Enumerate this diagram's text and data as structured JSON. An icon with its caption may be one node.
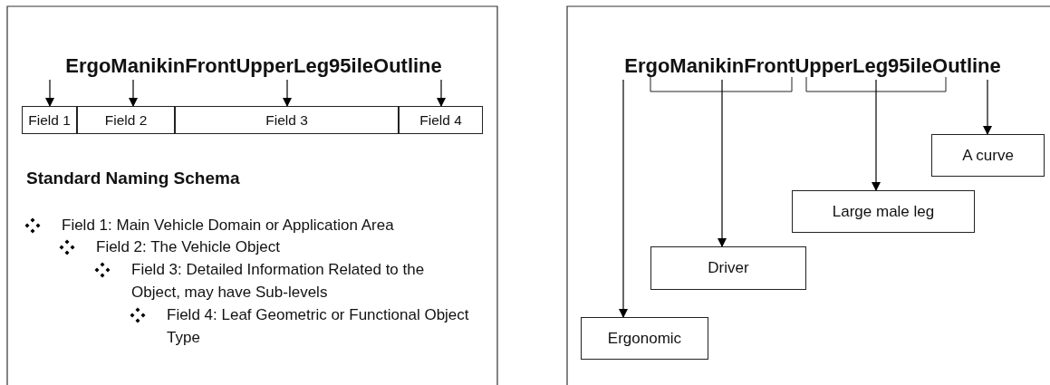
{
  "diagram": {
    "nodes": [
      {
        "text": [
          "ErgoManikinFrontUpperLeg95ileOutline"
        ]
      },
      {
        "text": [
          "Field 1"
        ]
      },
      {
        "text": [
          "Field 2"
        ]
      },
      {
        "text": [
          "Field 3"
        ]
      },
      {
        "text": [
          "Field 4"
        ]
      },
      {
        "text": [
          "ErgoManikinFrontUpperLeg95ileOutline"
        ]
      },
      {
        "text": [
          "A curve"
        ]
      },
      {
        "text": [
          "Large male leg"
        ]
      },
      {
        "text": [
          "Driver"
        ]
      },
      {
        "text": [
          "Ergonomic"
        ]
      }
    ],
    "edges": [
      {
        "from": 0,
        "to": 1,
        "arrow": "to"
      },
      {
        "from": 0,
        "to": 2,
        "arrow": "to"
      },
      {
        "from": 0,
        "to": 3,
        "arrow": "to"
      },
      {
        "from": 0,
        "to": 4,
        "arrow": "to"
      },
      {
        "from": 5,
        "to": 9,
        "arrow": "to"
      },
      {
        "from": 5,
        "to": 8,
        "arrow": "to"
      },
      {
        "from": 5,
        "to": 7,
        "arrow": "to"
      },
      {
        "from": 5,
        "to": 6,
        "arrow": "to"
      }
    ],
    "labels": [
      "Standard Naming Schema",
      "Field 1: Main Vehicle Domain or Application Area",
      "Field 2: The Vehicle Object",
      "Field 3: Detailed Information Related to the Object, may have Sub-levels",
      "Field 4: Leaf Geometric or Functional Object Type"
    ]
  }
}
